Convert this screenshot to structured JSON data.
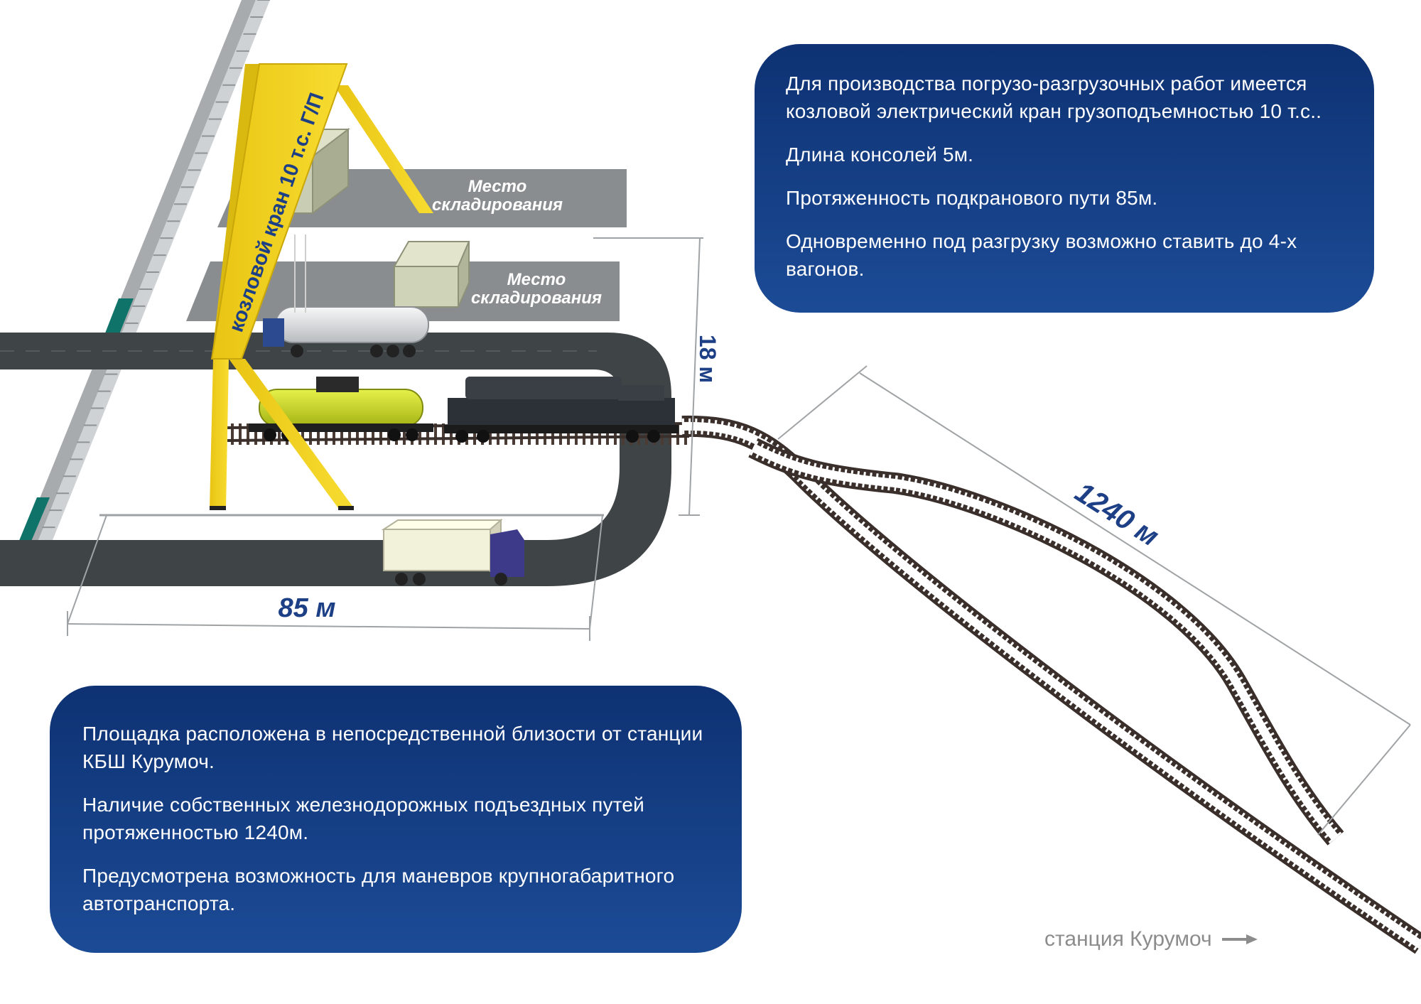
{
  "crane_label": "козловой кран 10 т.с. Г/П",
  "storage_labels": [
    {
      "line1": "Место",
      "line2": "складирования"
    },
    {
      "line1": "Место",
      "line2": "складирования"
    }
  ],
  "dimensions": {
    "crane_track_length": "85 м",
    "crane_span": "18 м",
    "rail_length": "1240 м"
  },
  "info_top": [
    "Для производства погрузо-разгрузочных работ имеется козловой электрический кран грузоподъемностью 10 т.с..",
    "Длина консолей 5м.",
    "Протяженность подкранового пути 85м.",
    "Одновременно под разгрузку возможно ставить до 4-х вагонов."
  ],
  "info_bottom": [
    "Площадка расположена в непосредственной близости от станции КБШ Курумоч.",
    "Наличие собственных железнодорожных подъездных путей протяженностью 1240м.",
    "Предусмотрена возможность для маневров крупногабаритного автотранспорта."
  ],
  "station_direction": "станция Курумоч",
  "colors": {
    "box_top": "#0e3273",
    "box_bottom": "#1c4b96",
    "label_blue": "#1d3f86",
    "crane_yellow": "#f2d21b",
    "road": "#3f4447",
    "platform": "#8a8d8f",
    "rail": "#3a2f2a",
    "wall": "#b9bcbf",
    "gate": "#0f7369",
    "station_gray": "#8c8c8c"
  },
  "icons": [
    "arrow-right-icon"
  ]
}
